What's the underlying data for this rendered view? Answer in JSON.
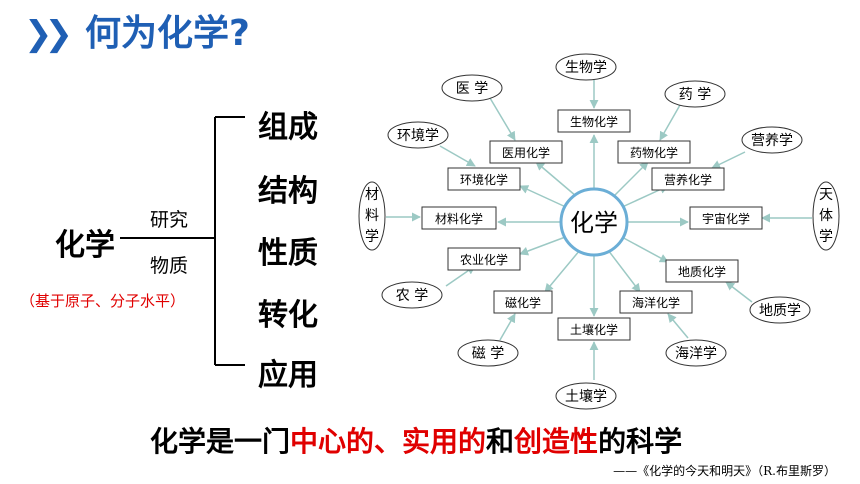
{
  "title": {
    "text": "何为化学?"
  },
  "left": {
    "subject": "化学",
    "verb": "研究",
    "object": "物质",
    "note": "（基于原子、分子水平）",
    "aspects": [
      "组成",
      "结构",
      "性质",
      "转化",
      "应用"
    ]
  },
  "diagram": {
    "center": "化学",
    "inner": [
      "生物化学",
      "医用化学",
      "药物化学",
      "环境化学",
      "营养化学",
      "材料化学",
      "宇宙化学",
      "农业化学",
      "地质化学",
      "磁化学",
      "海洋化学",
      "土壤化学"
    ],
    "outer": [
      "生物学",
      "医 学",
      "药 学",
      "环境学",
      "营养学",
      "材料学",
      "天体学",
      "农 学",
      "地质学",
      "磁 学",
      "海洋学",
      "土壤学"
    ]
  },
  "bottom": {
    "p1": "化学是一门",
    "p2": "中心的、实用的",
    "p3": "和",
    "p4": "创造性",
    "p5": "的科学"
  },
  "quote": "——《化学的今天和明天》（R.布里斯罗）",
  "colors": {
    "title": "#1f5fb4",
    "accent": "#e00000",
    "arrow": "#9cc9c4",
    "center_ring": "#6baed6"
  }
}
